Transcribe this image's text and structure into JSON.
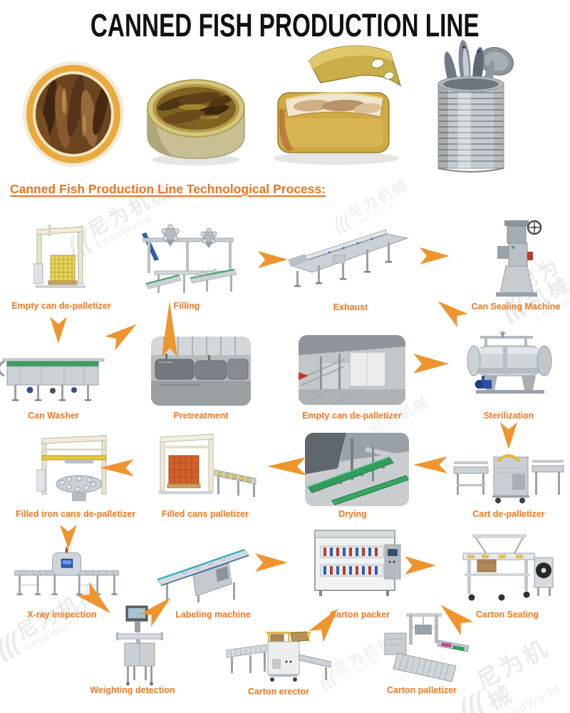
{
  "page_title": "CANNED FISH PRODUCTION LINE",
  "section_heading": "Canned Fish Production Line Technological Process:",
  "watermark": {
    "swirl": "(((",
    "cn": "尼为机械",
    "en": "LeadWorld"
  },
  "colors": {
    "title_black": "#111111",
    "label_orange": "#f4771f",
    "heading_orange": "#f4731c",
    "arrow_orange": "#f0942e"
  },
  "products": [
    {
      "name": "round-open-can-smoked-sprats"
    },
    {
      "name": "round-tin-sprats-in-oil"
    },
    {
      "name": "opened-rectangular-sardine-can"
    },
    {
      "name": "tall-ribbed-tin-with-whole-fish"
    }
  ],
  "process": {
    "nodes": [
      {
        "id": "empty-can-de-palletizer-1",
        "label": "Empty can de-palletizer"
      },
      {
        "id": "filling",
        "label": "Filling"
      },
      {
        "id": "exhaust",
        "label": "Exhaust"
      },
      {
        "id": "can-sealing-machine",
        "label": "Can Sealing Machine"
      },
      {
        "id": "can-washer",
        "label": "Can Washer"
      },
      {
        "id": "pretreatment",
        "label": "Pretreatment"
      },
      {
        "id": "empty-can-de-palletizer-2",
        "label": "Empty can de-palletizer"
      },
      {
        "id": "sterilization",
        "label": "Sterilization"
      },
      {
        "id": "filled-iron-cans-de-palletizer",
        "label": "Filled iron cans de-palletizer"
      },
      {
        "id": "filled-cans-palletizer",
        "label": "Filled cans palletizer"
      },
      {
        "id": "drying",
        "label": "Drying"
      },
      {
        "id": "cart-de-palletizer",
        "label": "Cart de-palletizer"
      },
      {
        "id": "x-ray-inspection",
        "label": "X-ray inspection"
      },
      {
        "id": "labeling-machine",
        "label": "Labeling machine"
      },
      {
        "id": "carton-packer",
        "label": "Carton packer"
      },
      {
        "id": "carton-sealing",
        "label": "Carton Sealing"
      },
      {
        "id": "weighting-detection",
        "label": "Weighting detection"
      },
      {
        "id": "carton-erector",
        "label": "Carton erector"
      },
      {
        "id": "carton-palletizer",
        "label": "Carton palletizer"
      }
    ]
  }
}
